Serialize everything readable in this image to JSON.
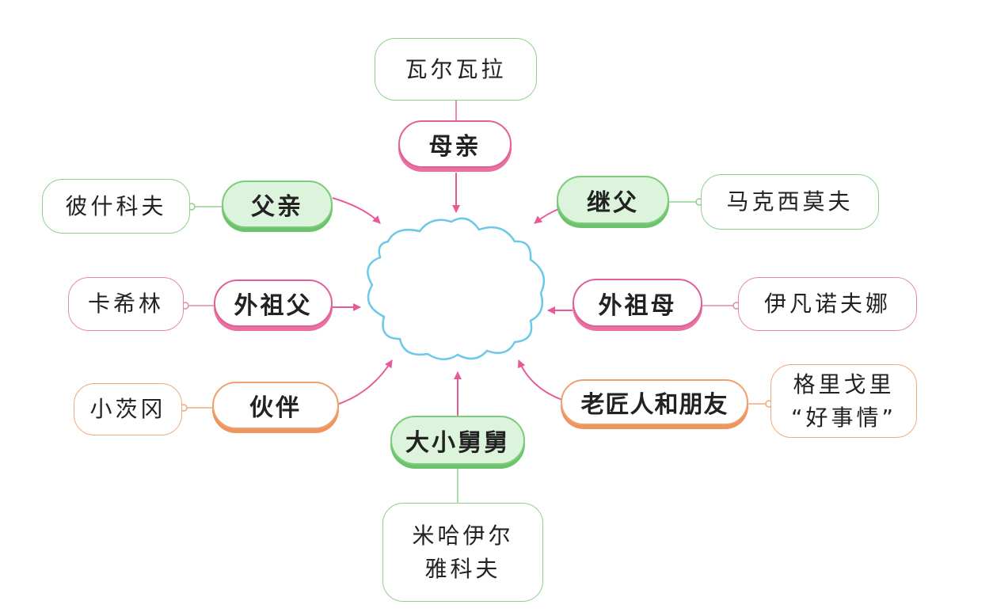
{
  "center": {
    "label": ""
  },
  "nodes": {
    "mother": {
      "label": "母亲",
      "name": "瓦尔瓦拉"
    },
    "father": {
      "label": "父亲",
      "name": "彼什科夫"
    },
    "stepfather": {
      "label": "继父",
      "name": "马克西莫夫"
    },
    "grandfather": {
      "label": "外祖父",
      "name": "卡希林"
    },
    "grandmother": {
      "label": "外祖母",
      "name": "伊凡诺夫娜"
    },
    "companion": {
      "label": "伙伴",
      "name": "小茨冈"
    },
    "craftsman": {
      "label": "老匠人和朋友",
      "name_line1": "格里戈里",
      "name_line2": "“好事情”"
    },
    "uncles": {
      "label": "大小舅舅",
      "name_line1": "米哈伊尔",
      "name_line2": "雅科夫"
    }
  },
  "colors": {
    "pink": "#e0609a",
    "green": "#7dcc7d",
    "orange": "#eea070",
    "cloud": "#6cc8e8"
  }
}
